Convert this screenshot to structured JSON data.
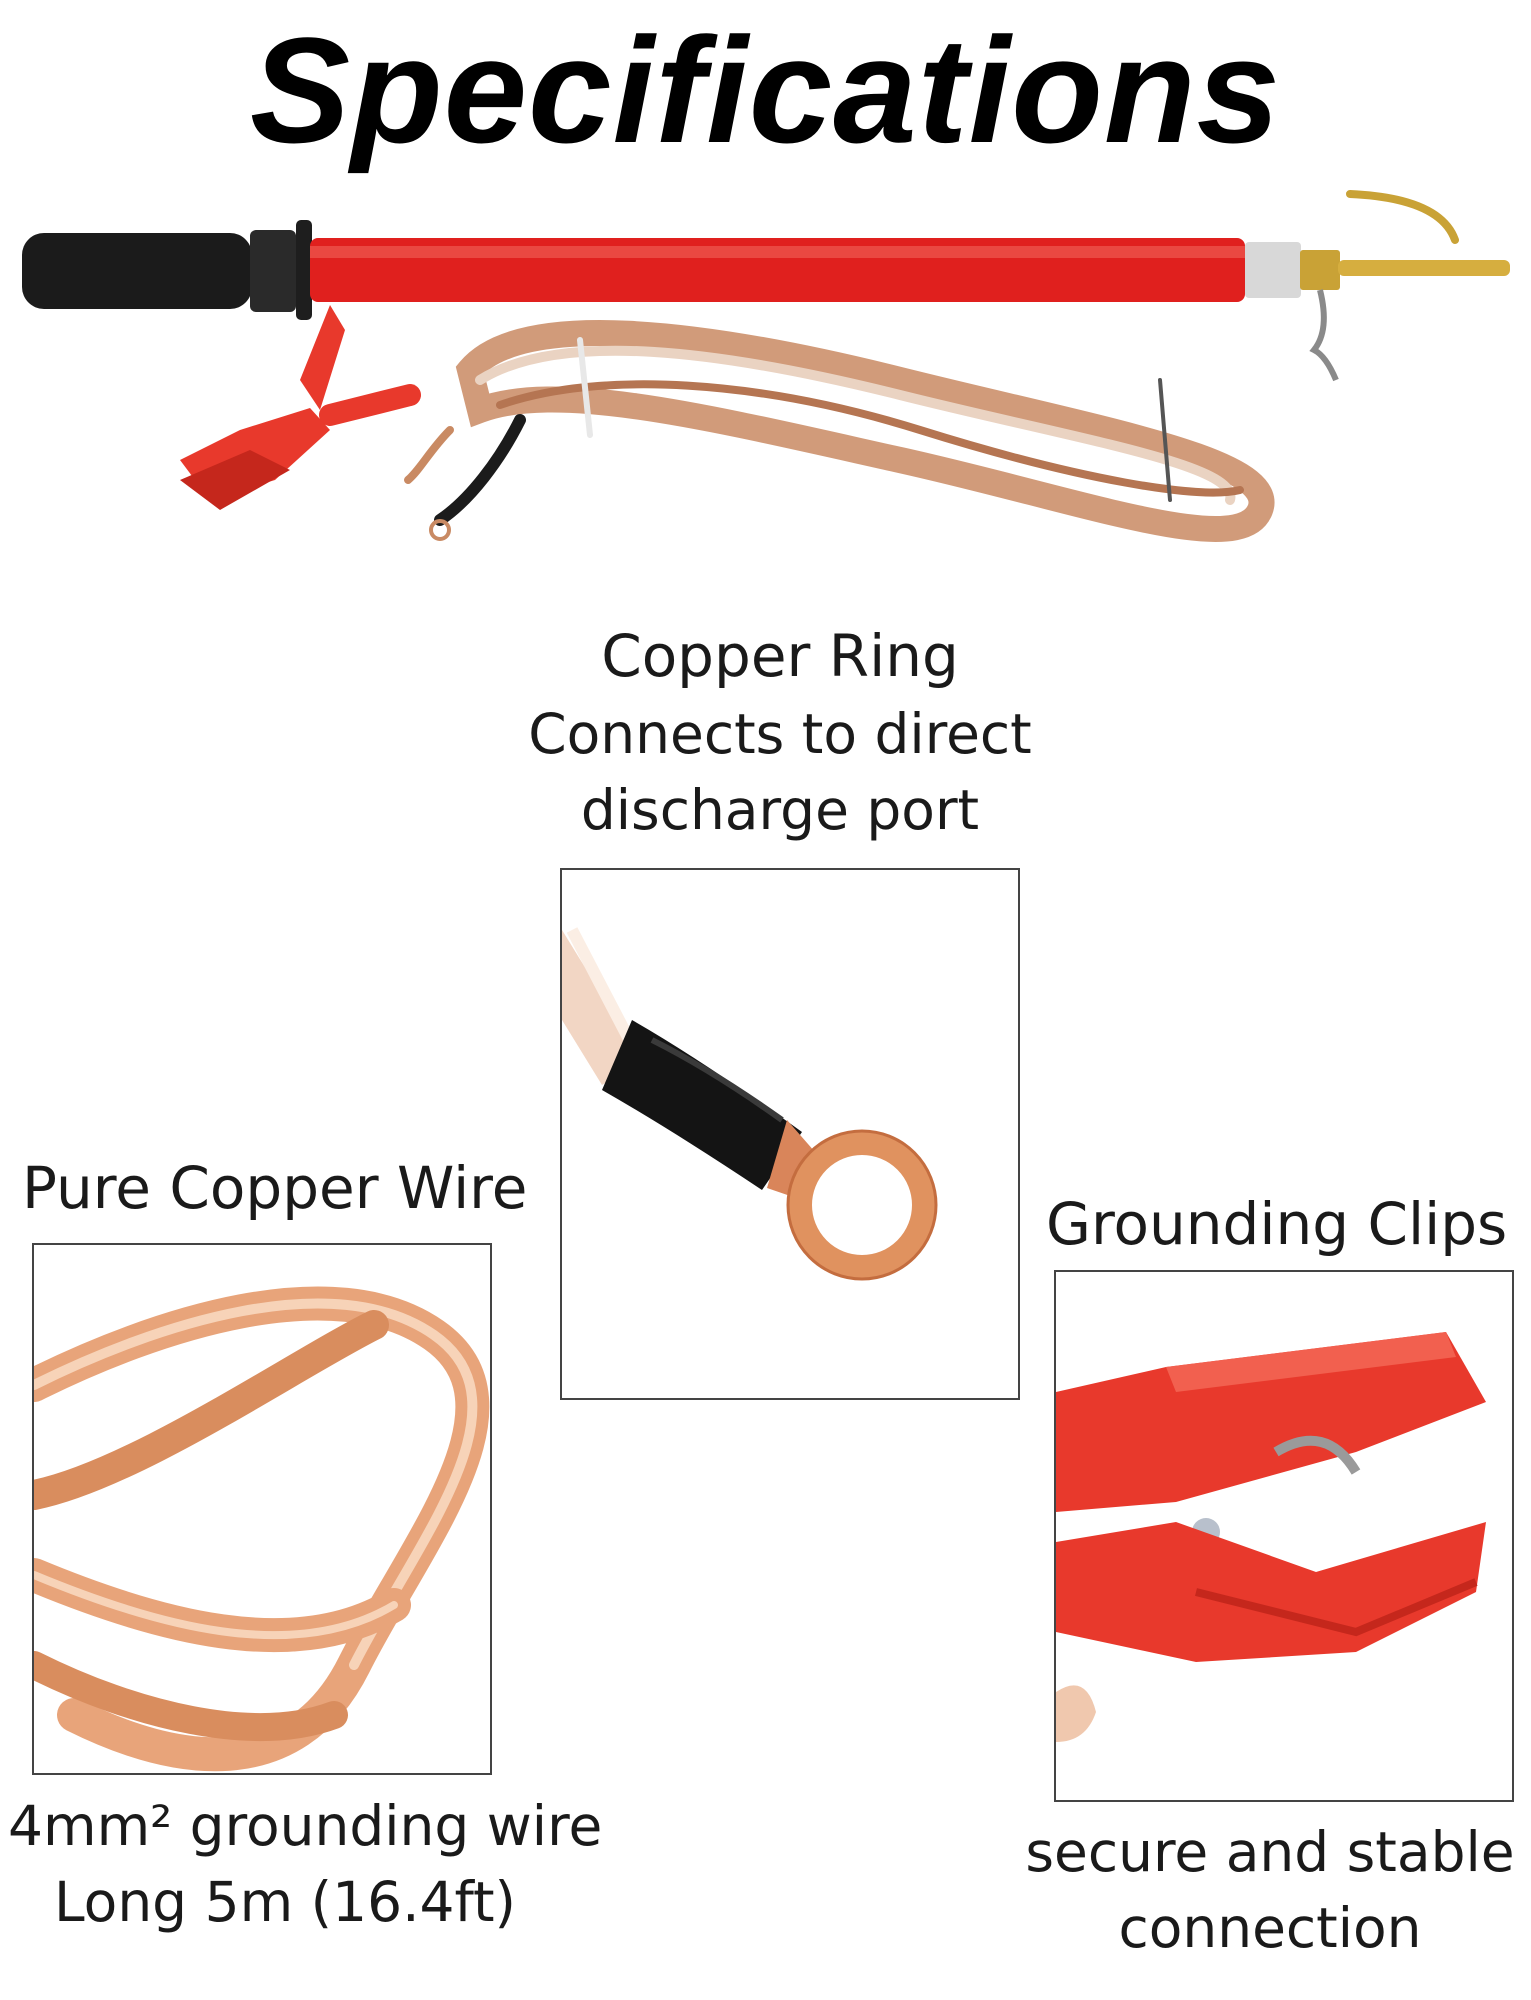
{
  "title": "Specifications",
  "sections": {
    "copper_ring": {
      "label": "Copper Ring",
      "description_line1": "Connects to direct",
      "description_line2": "discharge port"
    },
    "copper_wire": {
      "label": "Pure Copper Wire",
      "description_line1": "4mm² grounding wire",
      "description_line2": "Long 5m (16.4ft)"
    },
    "grounding_clips": {
      "label": "Grounding Clips",
      "description_line1": "secure and stable",
      "description_line2": "connection"
    }
  },
  "colors": {
    "rod_red": "#e0201e",
    "clip_red": "#e8392c",
    "copper": "#e8a47a",
    "brass": "#c9a236",
    "handle_black": "#1b1b1b"
  },
  "icons": [
    "discharge-rod-image",
    "alligator-clip-image",
    "coiled-wire-image",
    "ring-terminal-image",
    "wire-coil-closeup-image",
    "red-clip-closeup-image"
  ]
}
